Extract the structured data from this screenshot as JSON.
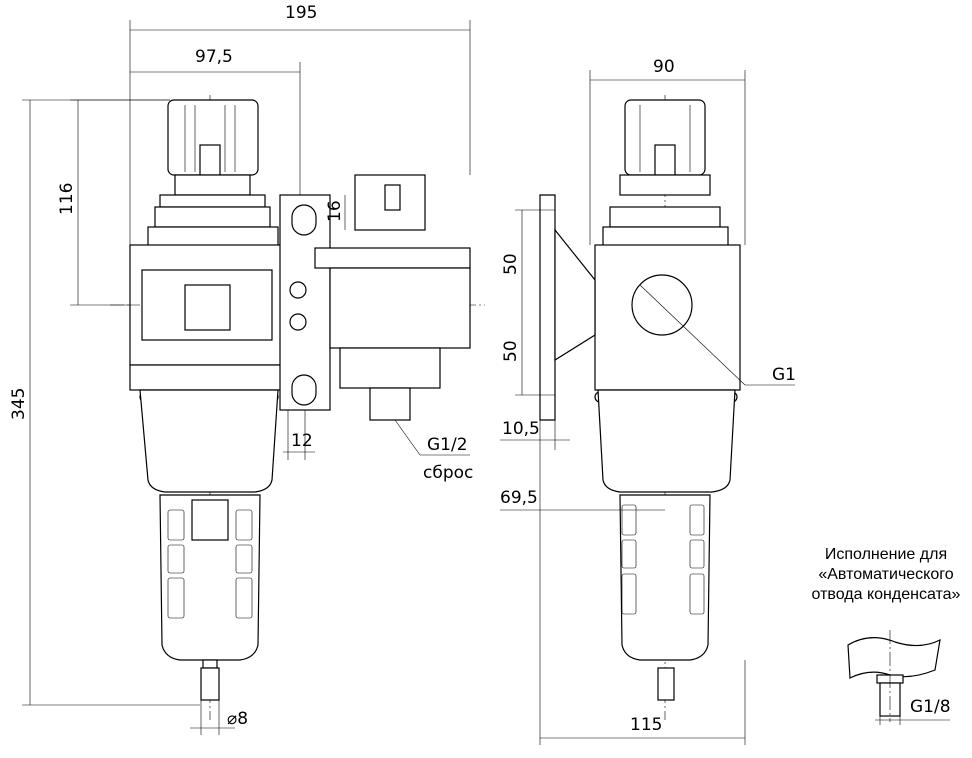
{
  "dimensions": {
    "overall_width": "195",
    "half_width": "97,5",
    "top_height": "116",
    "total_height": "345",
    "gauge_offset": "16",
    "bracket_width": "12",
    "exhaust_port": "G1/2",
    "exhaust_label": "сброс",
    "side_width": "90",
    "upper_50": "50",
    "lower_50": "50",
    "main_port": "G1",
    "bracket_thickness": "10,5",
    "bowl_offset": "69,5",
    "drain_diameter": "⌀8",
    "bottom_width": "115"
  },
  "note": {
    "line1": "Исполнение для",
    "line2": "«Автоматического",
    "line3": "отвода конденсата»",
    "port": "G1/8"
  }
}
